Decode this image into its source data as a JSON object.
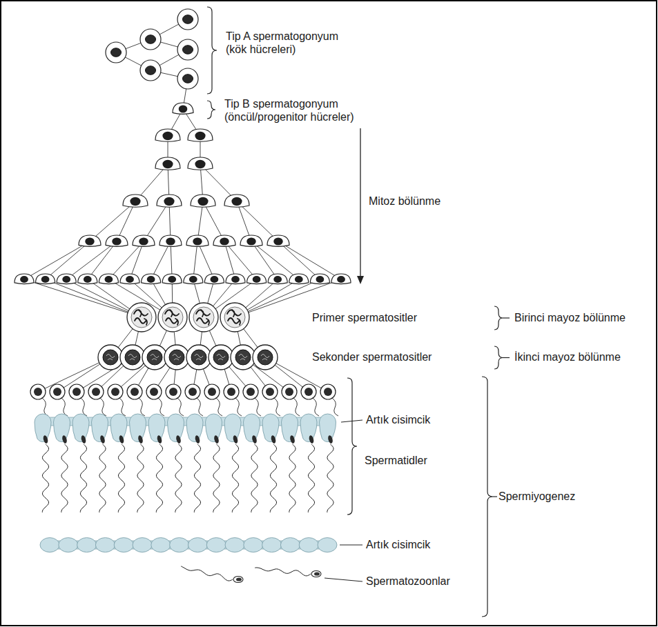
{
  "diagram": {
    "labels": [
      "Tip A spermatogonyum (kök hücreleri)",
      "Tip B spermatogonyum (öncül/progenitor hücreler)",
      "Mitoz bölünme",
      "Primer spermatositler",
      "Birinci mayoz bölünme",
      "Sekonder spermatositler",
      "İkinci mayoz bölünme",
      "Artık cisimcik",
      "Spermatidler",
      "Spermiyogenez",
      "Artık cisimcik",
      "Spermatozoonlar"
    ]
  }
}
